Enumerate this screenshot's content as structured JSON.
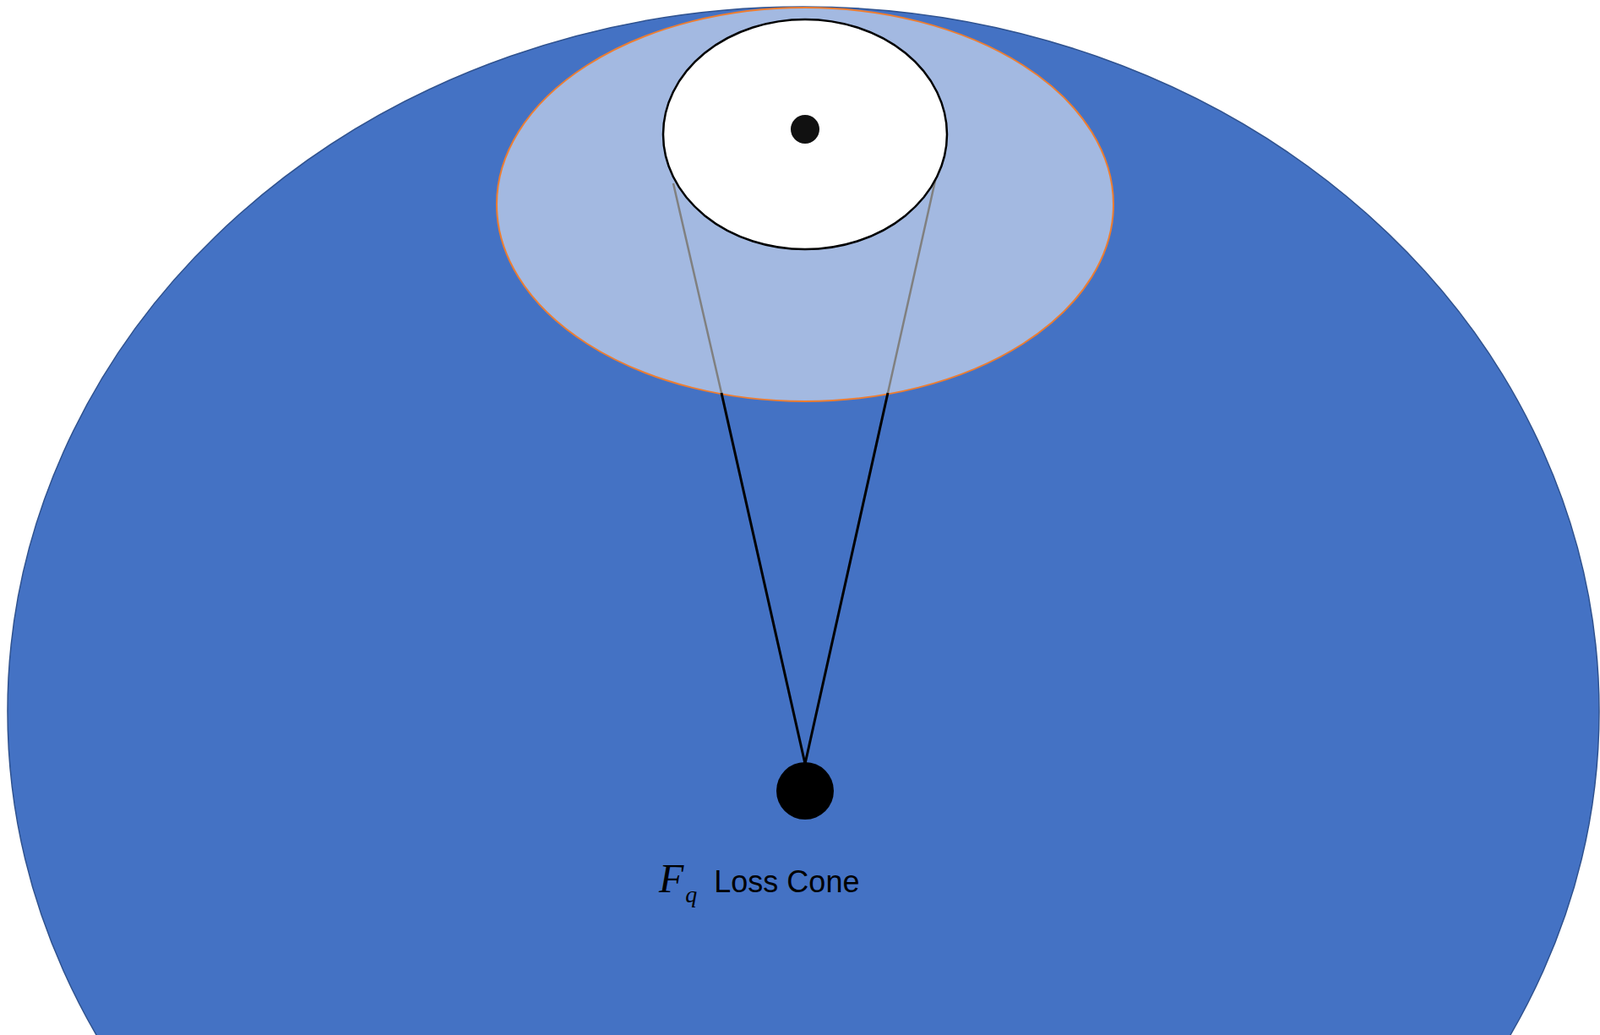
{
  "diagram": {
    "labels": [
      "F",
      "q",
      "Loss Cone"
    ]
  }
}
